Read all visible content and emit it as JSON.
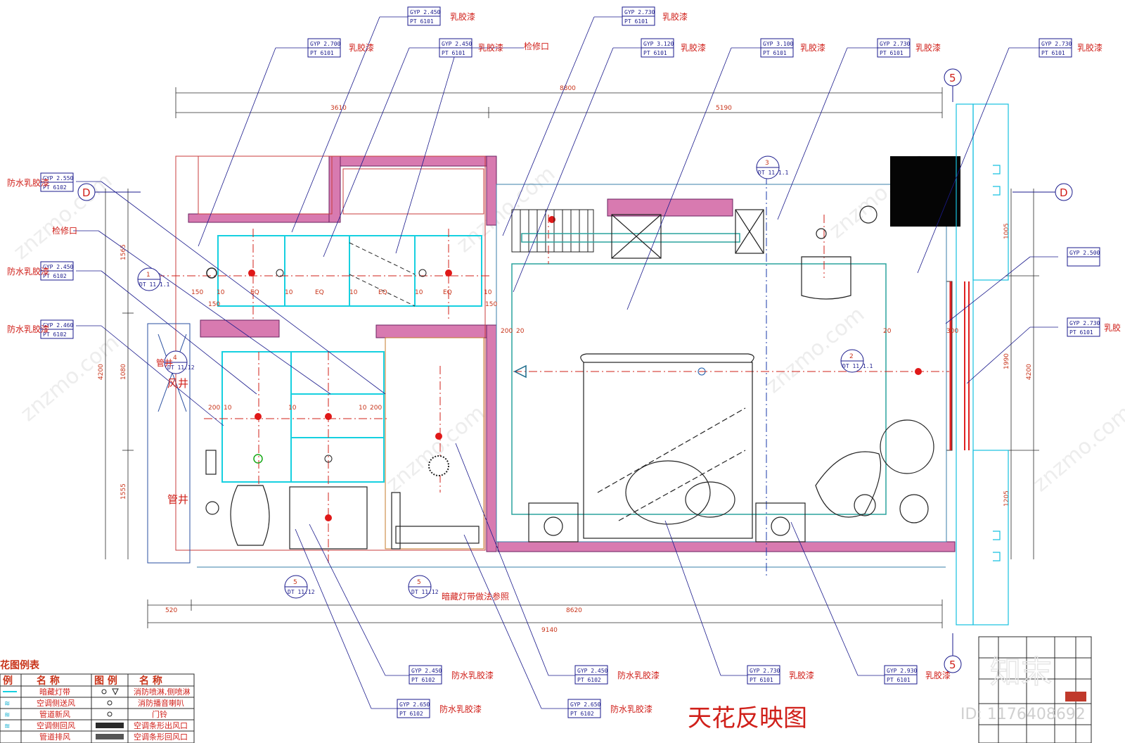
{
  "drawing": {
    "title": "天花反映图",
    "footnote": "暗藏灯带做法参照",
    "id_label": "ID: 1176408692",
    "logo_text": "知末",
    "watermark": "znzmo.com"
  },
  "tags": [
    {
      "l1": "GYP 2.450",
      "l2": "PT 6101",
      "note": "乳胶漆"
    },
    {
      "l1": "GYP 2.730",
      "l2": "PT 6101",
      "note": "乳胶漆"
    },
    {
      "l1": "GYP 2.700",
      "l2": "PT 6101",
      "note": "乳胶漆"
    },
    {
      "l1": "GYP 2.450",
      "l2": "PT 6101",
      "note": "乳胶漆"
    },
    {
      "l1": "GYP 3.120",
      "l2": "PT 6101",
      "note": "乳胶漆"
    },
    {
      "l1": "GYP 3.100",
      "l2": "PT 6101",
      "note": "乳胶漆"
    },
    {
      "l1": "GYP 2.730",
      "l2": "PT 6101",
      "note": "乳胶漆"
    },
    {
      "l1": "GYP 2.730",
      "l2": "PT 6101",
      "note": "乳胶漆"
    },
    {
      "l1": "GYP 2.550",
      "l2": "PT 6102",
      "note": "防水乳胶漆"
    },
    {
      "l1": "GYP 2.450",
      "l2": "PT 6102",
      "note": "防水乳胶漆"
    },
    {
      "l1": "GYP 2.460",
      "l2": "PT 6102",
      "note": "防水乳胶漆"
    },
    {
      "l1": "GYP 2.500",
      "l2": "",
      "note": ""
    },
    {
      "l1": "GYP 2.730",
      "l2": "PT 6101",
      "note": "乳胶"
    },
    {
      "l1": "GYP 2.450",
      "l2": "PT 6102",
      "note": "防水乳胶漆"
    },
    {
      "l1": "GYP 2.450",
      "l2": "PT 6102",
      "note": "防水乳胶漆"
    },
    {
      "l1": "GYP 2.730",
      "l2": "PT 6101",
      "note": "乳胶漆"
    },
    {
      "l1": "GYP 2.930",
      "l2": "PT 6101",
      "note": "乳胶漆"
    },
    {
      "l1": "GYP 2.650",
      "l2": "PT 6102",
      "note": "防水乳胶漆"
    },
    {
      "l1": "GYP 2.650",
      "l2": "PT 6102",
      "note": "防水乳胶漆"
    }
  ],
  "notes": {
    "access_1": "检修口",
    "access_2": "检修口"
  },
  "rooms": {
    "shaft_air": "风井",
    "shaft_pipe": "管井",
    "shaft_side": "管井"
  },
  "axes": {
    "a5_top": "5",
    "a5_bottom": "5",
    "aD_left": "D",
    "aD_right": "D"
  },
  "details": [
    {
      "num": "1",
      "ref": "DT 11.1.1"
    },
    {
      "num": "3",
      "ref": "DT 11.1.1"
    },
    {
      "num": "2",
      "ref": "DT 11.1.1"
    },
    {
      "num": "4",
      "ref": "DT 11.12"
    },
    {
      "num": "5",
      "ref": "DT 11.12"
    },
    {
      "num": "5",
      "ref": "DT 11.12"
    }
  ],
  "dimensions": {
    "total_top": "8800",
    "seg_left": "3610",
    "seg_right": "5190",
    "h_left_total": "4200",
    "h_left_1": "1565",
    "h_left_2": "1080",
    "h_left_3": "1555",
    "h_right_total": "4200",
    "h_right_1": "1005",
    "h_right_2": "1990",
    "h_right_3": "1205",
    "bottom_520": "520",
    "bottom_8620": "8620",
    "bottom_9140": "9140",
    "d150": "150",
    "d10": "10",
    "dEQ": "EQ",
    "d200": "200",
    "d20": "20",
    "d300": "300"
  },
  "legend": {
    "title": "花图例表",
    "headers": [
      "例",
      "名 称",
      "图 例",
      "名 称"
    ],
    "rows": [
      [
        "暗藏灯带",
        "消防喷淋,侧喷淋"
      ],
      [
        "空调侧送风",
        "消防播音喇叭"
      ],
      [
        "管道新风",
        "门铃"
      ],
      [
        "空调侧回风",
        "空调条形出风口"
      ],
      [
        "管道排风",
        "空调条形回风口"
      ]
    ]
  }
}
